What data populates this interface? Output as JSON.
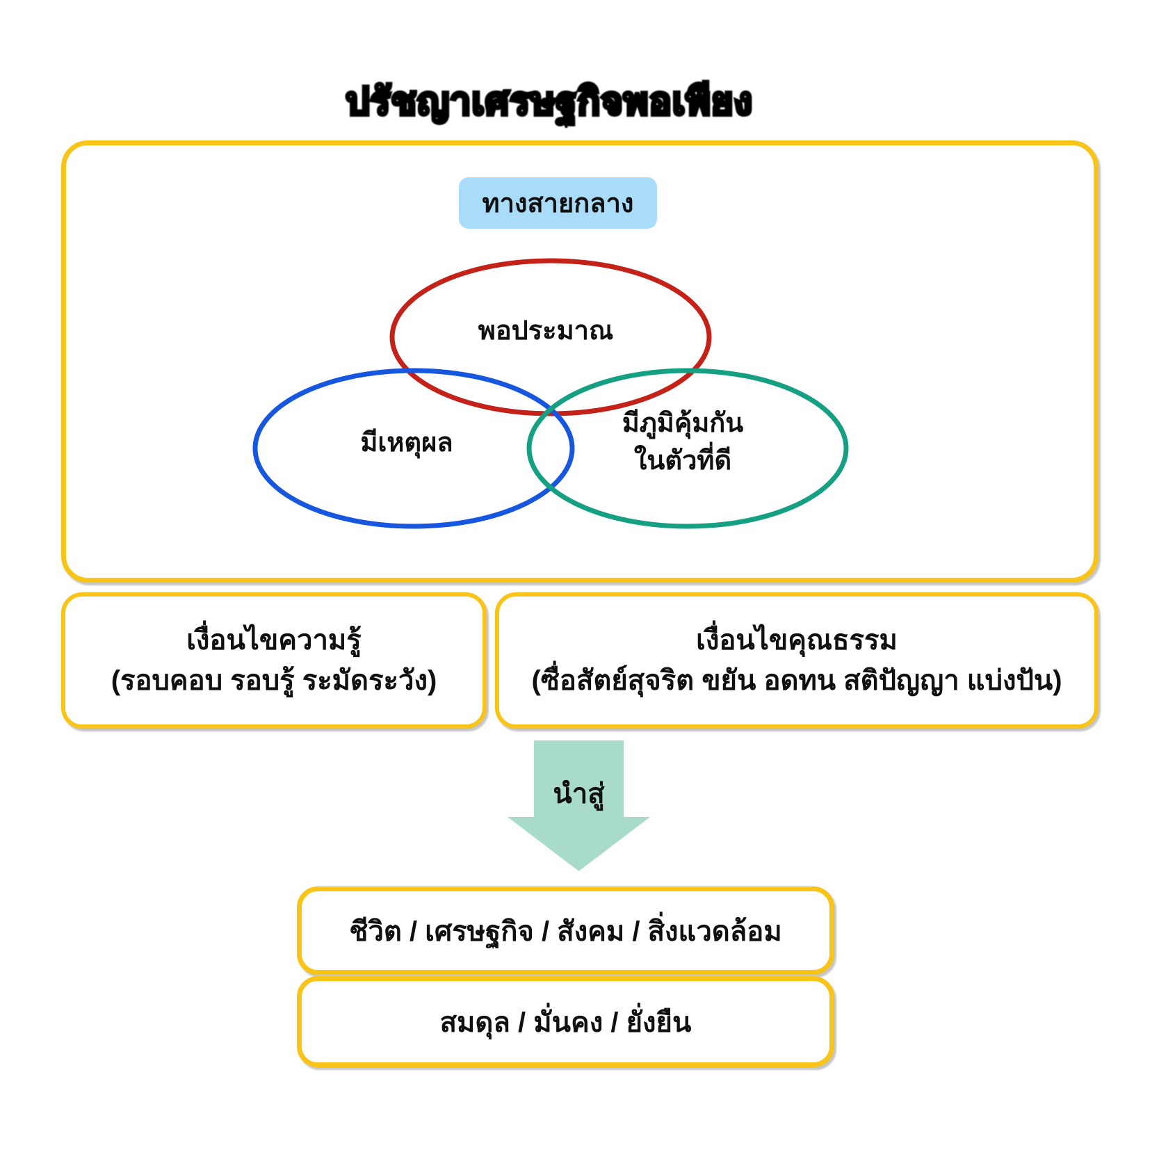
{
  "title": {
    "text": "ปรัชญาเศรษฐกิจพอเพียง"
  },
  "middle_path_badge": {
    "label": "ทางสายกลาง",
    "bg_color": "#A8DCF8"
  },
  "venn": {
    "moderation": {
      "label": "พอประมาณ",
      "color": "#C42119"
    },
    "reasonableness": {
      "label": "มีเหตุผล",
      "color": "#1757DF"
    },
    "immunity": {
      "label_line1": "มีภูมิคุ้มกัน",
      "label_line2": "ในตัวที่ดี",
      "color": "#16A083"
    }
  },
  "conditions": {
    "knowledge": {
      "title": "เงื่อนไขความรู้",
      "detail": "(รอบคอบ รอบรู้ ระมัดระวัง)"
    },
    "virtue": {
      "title": "เงื่อนไขคุณธรรม",
      "detail": "(ซื่อสัตย์สุจริต ขยัน อดทน สติปัญญา แบ่งปัน)"
    }
  },
  "arrow": {
    "label": "นำสู่",
    "color": "#A9DCC8"
  },
  "outcomes": {
    "box1": "ชีวิต / เศรษฐกิจ / สังคม / สิ่งแวดล้อม",
    "box2": "สมดุล / มั่นคง / ยั่งยืน"
  },
  "frame_color": "#F8C417",
  "text_color": "#101010"
}
